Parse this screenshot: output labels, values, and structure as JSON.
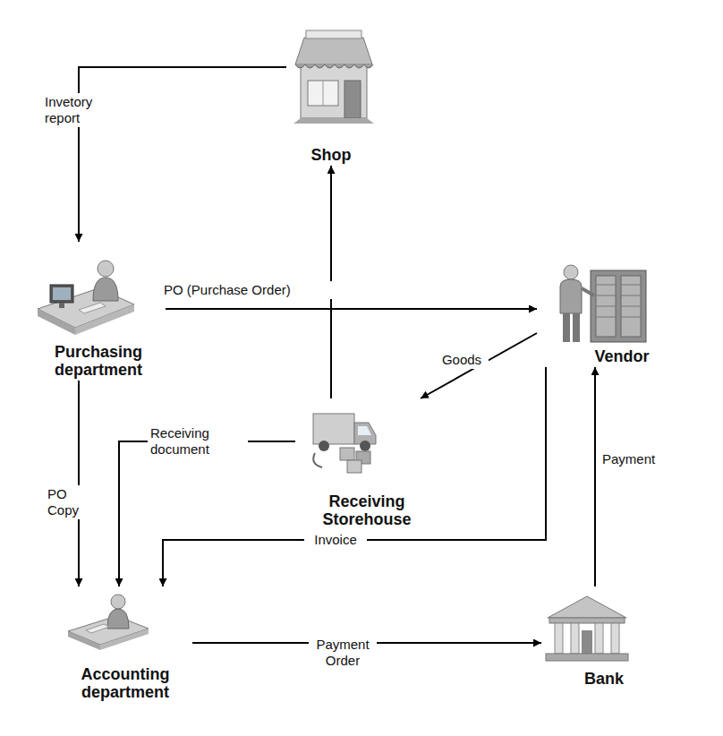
{
  "diagram": {
    "nodes": [
      {
        "text": [
          "Shop"
        ]
      },
      {
        "text": [
          "Purchasing department"
        ]
      },
      {
        "text": [
          "Vendor"
        ]
      },
      {
        "text": [
          "Receiving Storehouse"
        ]
      },
      {
        "text": [
          "Accounting department"
        ]
      },
      {
        "text": [
          "Bank"
        ]
      }
    ],
    "edges": [
      {
        "from": 0,
        "to": 1,
        "arrow": "to",
        "label": "Invetory report"
      },
      {
        "from": 1,
        "to": 2,
        "arrow": "to",
        "label": "PO (Purchase Order)"
      },
      {
        "from": 2,
        "to": 3,
        "arrow": "to",
        "label": "Goods"
      },
      {
        "from": 3,
        "to": 0,
        "arrow": "to"
      },
      {
        "from": 1,
        "to": 4,
        "arrow": "to",
        "label": "PO Copy"
      },
      {
        "from": 3,
        "to": 4,
        "arrow": "to",
        "label": "Receiving document"
      },
      {
        "from": 2,
        "to": 4,
        "arrow": "to",
        "label": "Invoice"
      },
      {
        "from": 4,
        "to": 5,
        "arrow": "to",
        "label": "Payment Order"
      },
      {
        "from": 5,
        "to": 2,
        "arrow": "to",
        "label": "Payment"
      }
    ]
  }
}
